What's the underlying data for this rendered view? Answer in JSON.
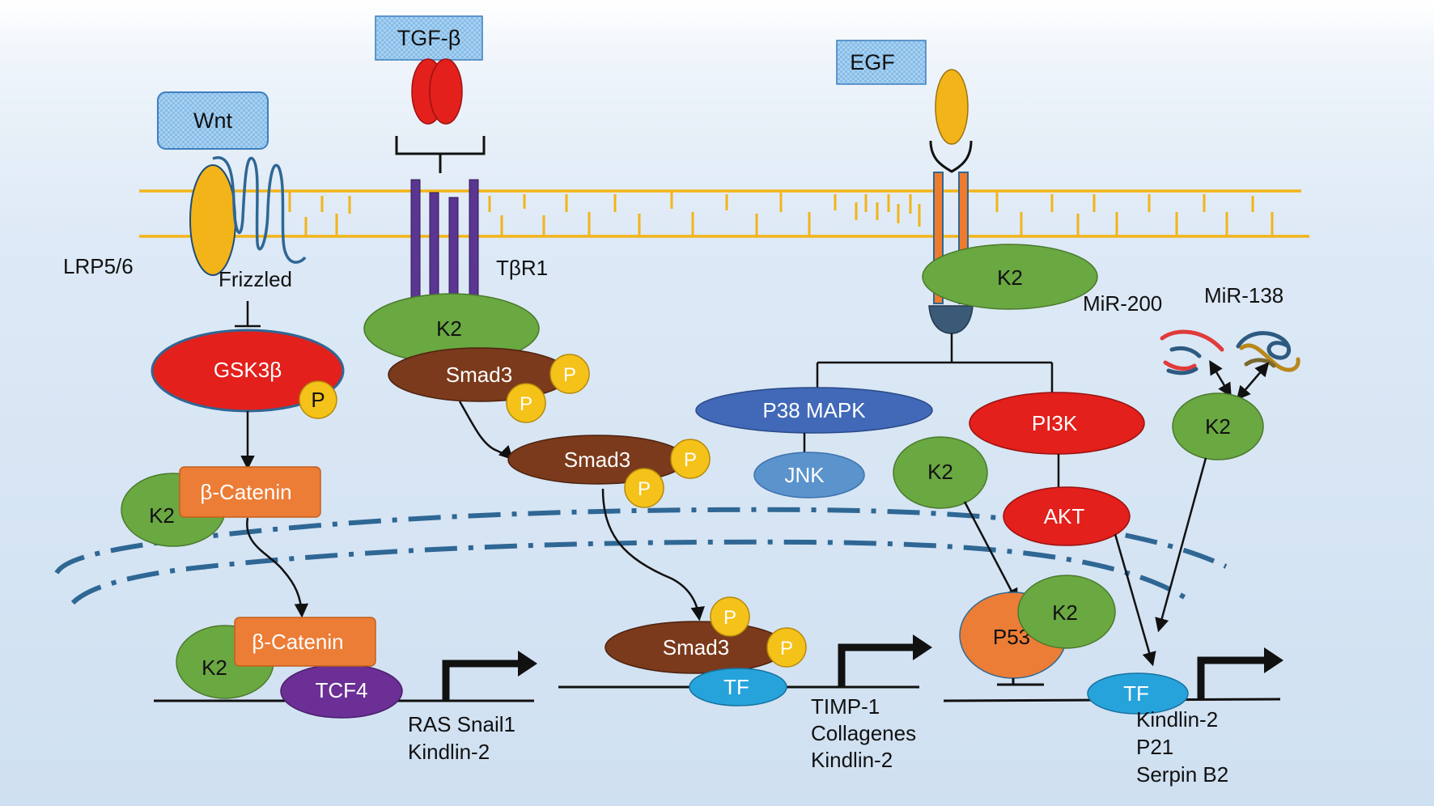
{
  "ligands": {
    "wnt": "Wnt",
    "tgfb": "TGF-β",
    "egf": "EGF"
  },
  "receptors": {
    "lrp": "LRP5/6",
    "frizzled": "Frizzled",
    "tbr1": "TβR1"
  },
  "mirnas": {
    "mir200": "MiR-200",
    "mir138": "MiR-138"
  },
  "nodes": {
    "gsk3b": "GSK3β",
    "k2": "K2",
    "bcatenin": "β-Catenin",
    "tcf4": "TCF4",
    "smad3": "Smad3",
    "p": "P",
    "tf": "TF",
    "p38": "P38 MAPK",
    "jnk": "JNK",
    "pi3k": "PI3K",
    "akt": "AKT",
    "p53": "P53"
  },
  "targets": {
    "wnt": [
      "RAS Snail1",
      "Kindlin-2"
    ],
    "tgfb": [
      "TIMP-1",
      "Collagenes",
      "Kindlin-2"
    ],
    "egf": [
      "Kindlin-2",
      "P21",
      "Serpin B2"
    ]
  },
  "colors": {
    "membrane": "#f2b418",
    "k2": "#6aa842",
    "red": "#e3201c",
    "smad": "#7b3a1c",
    "phospho": "#f5c21a",
    "orange": "#ec7d36",
    "tcf4": "#6b2f95",
    "tf": "#27a3dc",
    "p38": "#4169b8",
    "jnk": "#5b93cc",
    "receptor": "#5a3591",
    "egfr": "#ef7b2e",
    "ligand_box": "#8ec2ea",
    "nuclear_membrane": "#2f6794"
  }
}
